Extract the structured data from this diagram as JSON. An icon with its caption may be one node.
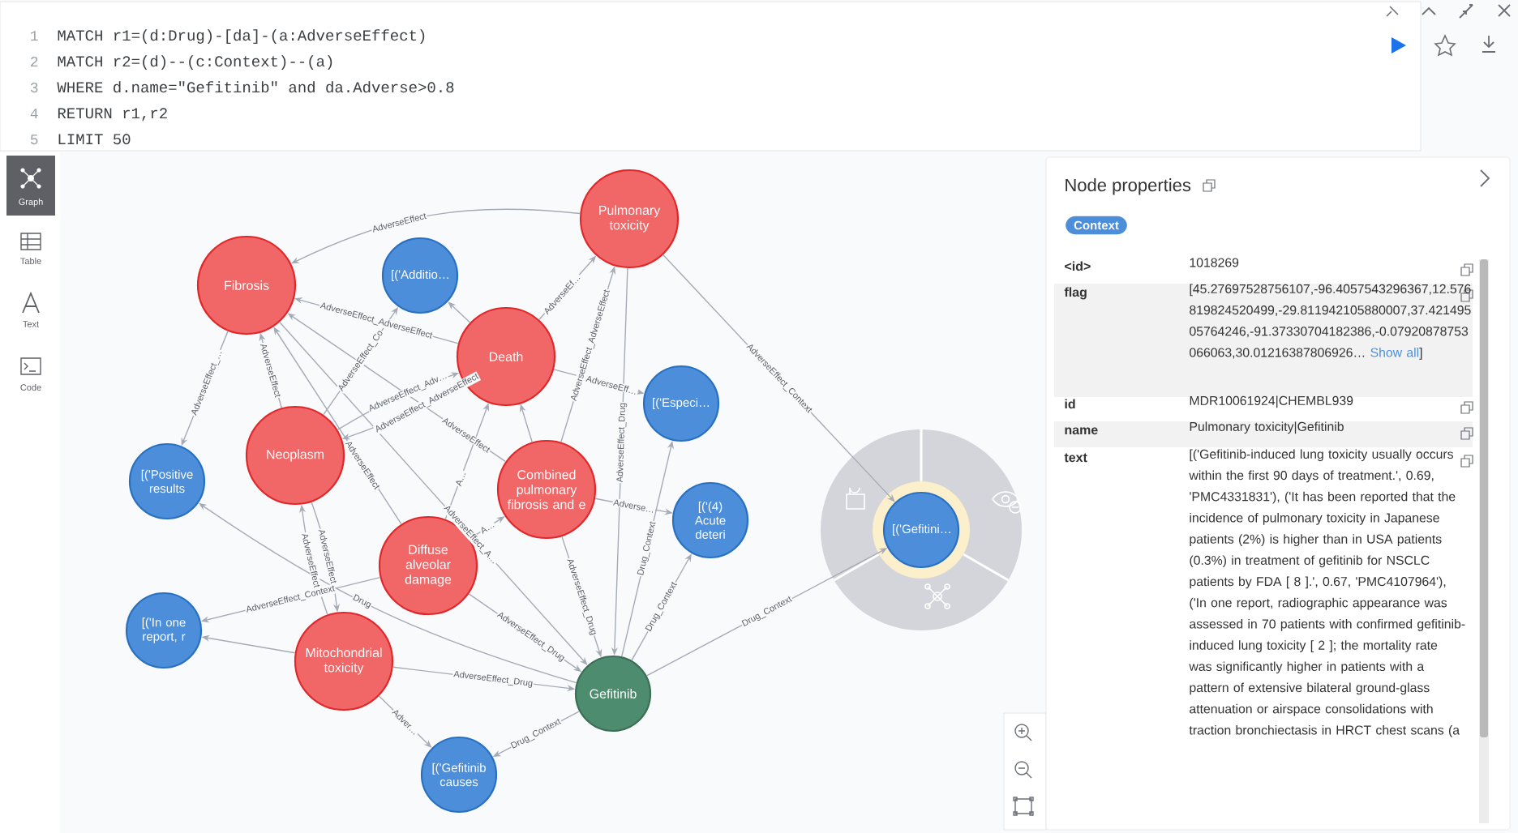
{
  "diagram": {
    "nodes": [
      {
        "text": [
          "Pulmonary toxicity"
        ]
      },
      {
        "text": [
          "Fibrosis"
        ]
      },
      {
        "text": [
          "[('Additio…"
        ]
      },
      {
        "text": [
          "Death"
        ]
      },
      {
        "text": [
          "[('Especi…"
        ]
      },
      {
        "text": [
          "[('Positive results"
        ]
      },
      {
        "text": [
          "Neoplasm"
        ]
      },
      {
        "text": [
          "Combined pulmonary fibrosis and e"
        ]
      },
      {
        "text": [
          "[('(4) Acute deteri"
        ]
      },
      {
        "text": [
          "Diffuse alveolar damage"
        ]
      },
      {
        "text": [
          "[('In one report, r"
        ]
      },
      {
        "text": [
          "Mitochondrial toxicity"
        ]
      },
      {
        "text": [
          "Gefitinib"
        ]
      },
      {
        "text": [
          "[('Gefitinib causes"
        ]
      },
      {
        "text": [
          "[('Gefitini…"
        ]
      }
    ],
    "edges": [
      {
        "from": 0,
        "to": 1,
        "arrow": "to",
        "label": "AdverseEffect"
      },
      {
        "from": 3,
        "to": 1,
        "arrow": "to",
        "label": "AdverseEffect_AdverseEffect"
      },
      {
        "from": 6,
        "to": 1,
        "arrow": "to",
        "label": "AdverseEffect"
      },
      {
        "from": 9,
        "to": 1,
        "arrow": "to",
        "label": "AdverseEffect"
      },
      {
        "from": 7,
        "to": 1,
        "arrow": "to",
        "label": "AdverseEffect"
      },
      {
        "from": 1,
        "to": 5,
        "arrow": "to",
        "label": "AdverseEffect_…"
      },
      {
        "from": 3,
        "to": 2,
        "arrow": "to"
      },
      {
        "from": 6,
        "to": 2,
        "arrow": "to",
        "label": "AdverseEffect_Co"
      },
      {
        "from": 3,
        "to": 6,
        "arrow": "to",
        "label": "AdverseEffect_AdverseEffect"
      },
      {
        "from": 6,
        "to": 3,
        "arrow": "to",
        "label": "AdverseEffect_Adv…"
      },
      {
        "from": 3,
        "to": 0,
        "arrow": "to",
        "label": "AdverseEf…"
      },
      {
        "from": 7,
        "to": 0,
        "arrow": "to",
        "label": "AdverseEffect_AdverseEffect"
      },
      {
        "from": 9,
        "to": 3,
        "arrow": "to",
        "label": "A…"
      },
      {
        "from": 7,
        "to": 3,
        "arrow": "to"
      },
      {
        "from": 11,
        "to": 6,
        "arrow": "to",
        "label": "AdverseEffect"
      },
      {
        "from": 6,
        "to": 11,
        "arrow": "to",
        "label": "AdverseEffect"
      },
      {
        "from": 9,
        "to": 7,
        "arrow": "to",
        "label": "A…"
      },
      {
        "from": 3,
        "to": 4,
        "arrow": "to",
        "label": "AdverseEff…"
      },
      {
        "from": 7,
        "to": 8,
        "arrow": "to",
        "label": "Adverse…"
      },
      {
        "from": 9,
        "to": 10,
        "arrow": "to",
        "label": "AdverseEffect_Context"
      },
      {
        "from": 11,
        "to": 10,
        "arrow": "to"
      },
      {
        "from": 11,
        "to": 13,
        "arrow": "to",
        "label": "Adver…"
      },
      {
        "from": 0,
        "to": 14,
        "arrow": "to",
        "label": "AdverseEffect_Context"
      },
      {
        "from": 0,
        "to": 12,
        "arrow": "to",
        "label": "AdverseEffect_Drug"
      },
      {
        "from": 7,
        "to": 12,
        "arrow": "to",
        "label": "AdverseEffect_Drug"
      },
      {
        "from": 9,
        "to": 12,
        "arrow": "to",
        "label": "AdverseEffect_Drug"
      },
      {
        "from": 11,
        "to": 12,
        "arrow": "to",
        "label": "AdverseEffect_Drug"
      },
      {
        "from": 1,
        "to": 12,
        "arrow": "to",
        "label": "AdverseEffect_A…"
      },
      {
        "from": 12,
        "to": 5,
        "arrow": "to",
        "label": "Drug"
      },
      {
        "from": 12,
        "to": 4,
        "arrow": "to",
        "label": "Drug_Context"
      },
      {
        "from": 12,
        "to": 8,
        "arrow": "to",
        "label": "Drug_Context"
      },
      {
        "from": 12,
        "to": 13,
        "arrow": "to",
        "label": "Drug_Context"
      },
      {
        "from": 12,
        "to": 14,
        "arrow": "to",
        "label": "Drug_Context"
      }
    ],
    "labels": [
      "1",
      "MATCH r1=(d:Drug)-[da]-(a:AdverseEffect)",
      "2",
      "MATCH r2=(d)--(c:Context)--(a)",
      "3",
      "WHERE d.name=\"Gefitinib\" and da.Adverse>0.8",
      "4",
      "RETURN r1,r2",
      "5",
      "LIMIT 50",
      "Graph",
      "Table",
      "Text",
      "Code",
      "Node properties",
      "Context",
      "<id>",
      "1018269",
      "flag",
      "[45.27697528756107,-96.4057543296367,12.576819824520499,-29.811942105880007,37.42149505764246,-91.37330704182386,-0.07920878753066063,30.01216387806926…",
      "Show all",
      "]",
      "id",
      "MDR10061924|CHEMBL939",
      "name",
      "Pulmonary toxicity|Gefitinib",
      "text",
      "[('Gefitinib-induced lung toxicity usually occurs within the first 90 days of treatment.', 0.69, 'PMC4331831'), ('It has been reported that the incidence of pulmonary toxicity in Japanese patients (2%) is higher than in USA patients (0.3%) in treatment of gefitinib for NSCLC patients by FDA [ 8 ].', 0.67, 'PMC4107964'), ('In one report, radiographic appearance was assessed in 70 patients with confirmed gefitinib-induced lung toxicity [ 2 ]; the mortality rate was significantly higher in patients with a pattern of extensive bilateral ground-glass attenuation or airspace consolidations with traction bronchiectasis in HRCT chest scans (a"
    ]
  }
}
